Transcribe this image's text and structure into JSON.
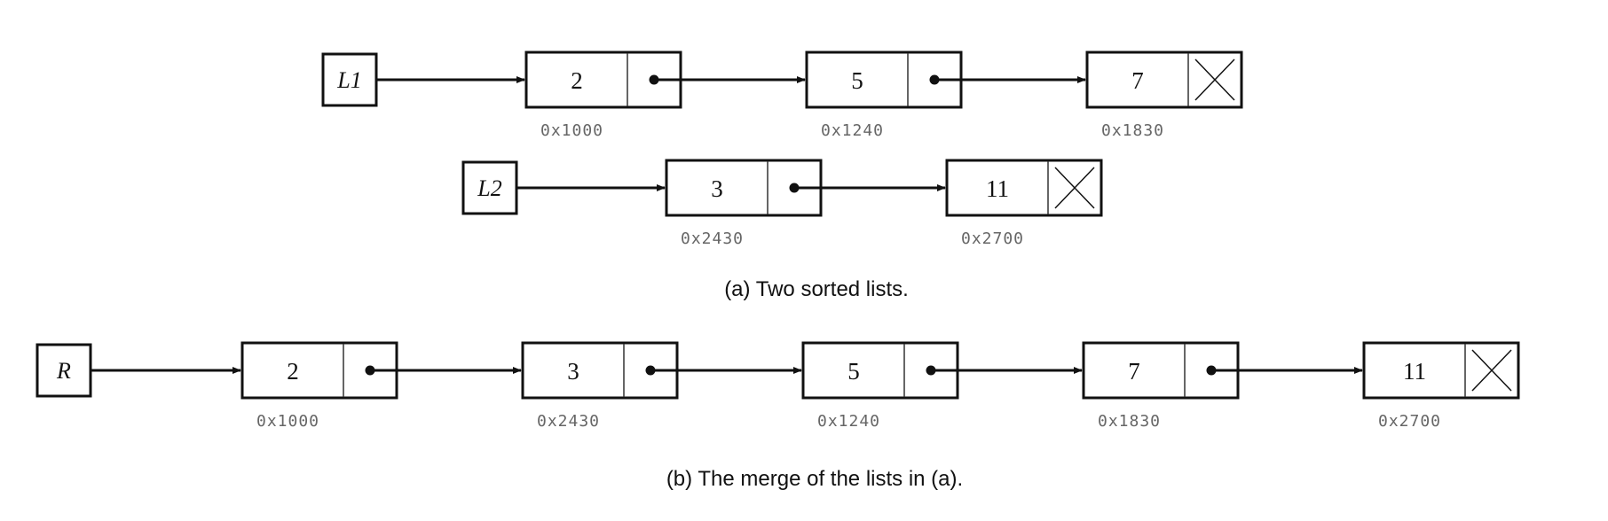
{
  "figure_a": {
    "lists": [
      {
        "head": "L1",
        "nodes": [
          {
            "value": "2",
            "address": "0x1000"
          },
          {
            "value": "5",
            "address": "0x1240"
          },
          {
            "value": "7",
            "address": "0x1830"
          }
        ]
      },
      {
        "head": "L2",
        "nodes": [
          {
            "value": "3",
            "address": "0x2430"
          },
          {
            "value": "11",
            "address": "0x2700"
          }
        ]
      }
    ],
    "caption": "(a)  Two sorted lists."
  },
  "figure_b": {
    "lists": [
      {
        "head": "R",
        "nodes": [
          {
            "value": "2",
            "address": "0x1000"
          },
          {
            "value": "3",
            "address": "0x2430"
          },
          {
            "value": "5",
            "address": "0x1240"
          },
          {
            "value": "7",
            "address": "0x1830"
          },
          {
            "value": "11",
            "address": "0x2700"
          }
        ]
      }
    ],
    "caption": "(b)  The merge of the lists in (a)."
  }
}
